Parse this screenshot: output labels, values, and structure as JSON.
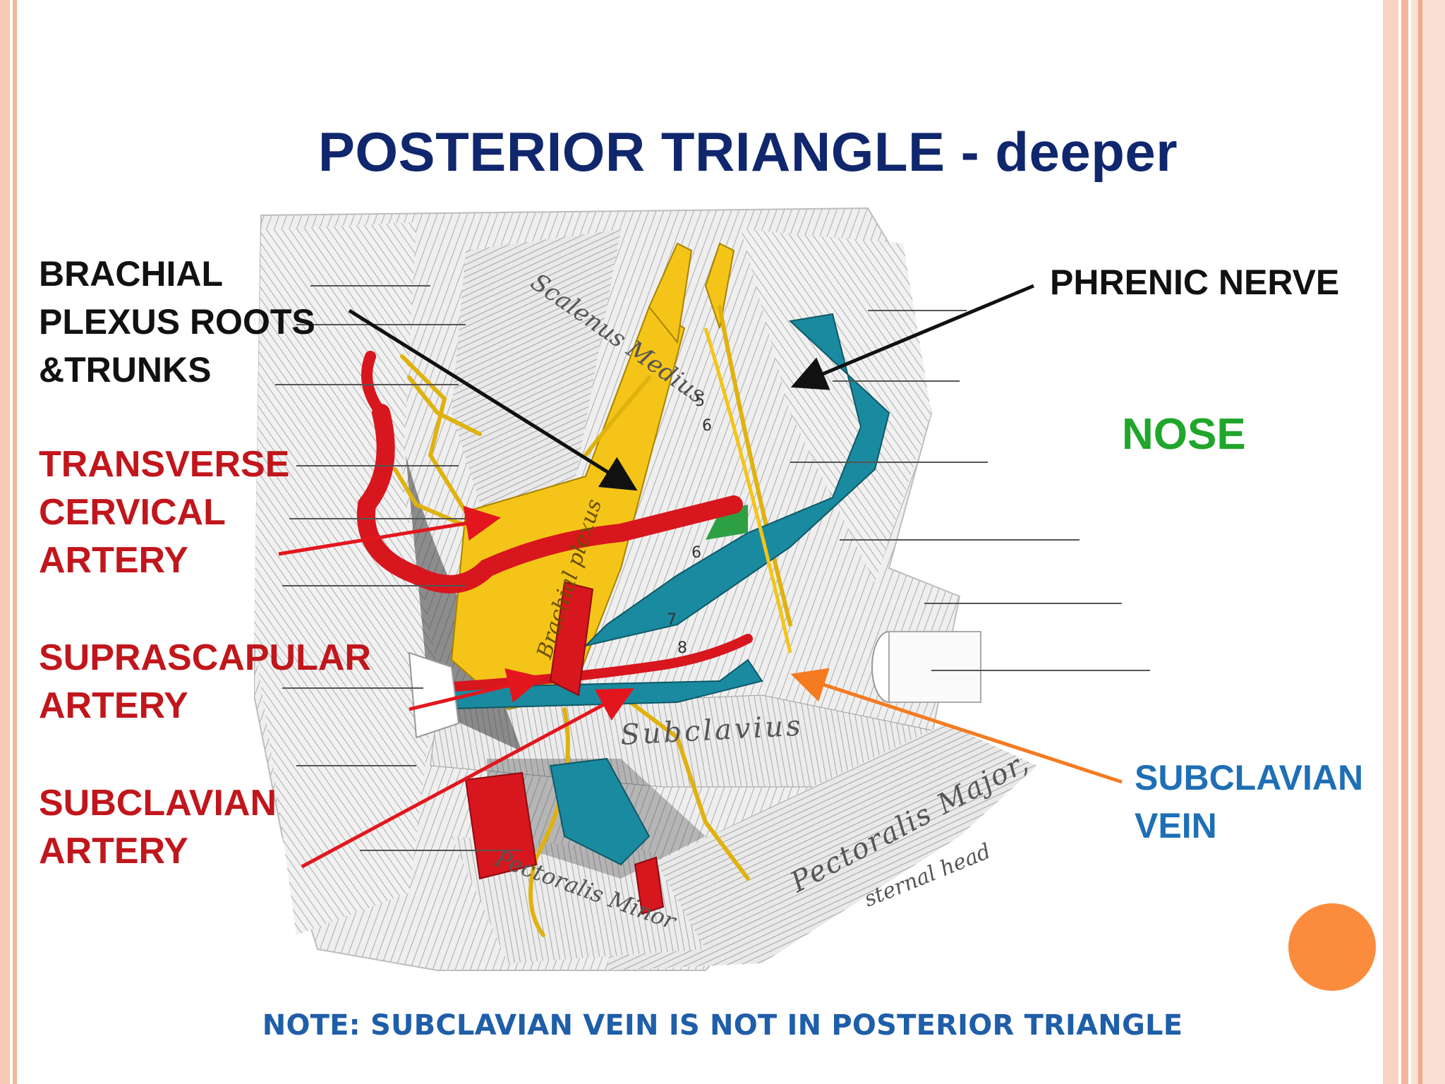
{
  "slide": {
    "title": "POSTERIOR TRIANGLE - deeper",
    "note": "NOTE: SUBCLAVIAN VEIN IS NOT IN POSTERIOR TRIANGLE"
  },
  "labels": {
    "brachial_plexus": "BRACHIAL\nPLEXUS ROOTS\n&TRUNKS",
    "phrenic_nerve": "PHRENIC NERVE",
    "nose": "NOSE",
    "transverse_cervical_artery": "TRANSVERSE\nCERVICAL\nARTERY",
    "suprascapular_artery": "SUPRASCAPULAR\nARTERY",
    "subclavian_artery": "SUBCLAVIAN\nARTERY",
    "subclavian_vein": "SUBCLAVIAN\nVEIN"
  },
  "illustration_text": {
    "scalenus_medius": "Scalenus Medius",
    "brachial_plexus": "Brachial plexus",
    "subclavius": "Subclavius",
    "pectoralis_major": "Pectoralis Major,",
    "sternal_head": "sternal head",
    "pectoralis_minor": "Pectoralis Minor",
    "rootlet_numbers": [
      "5",
      "6",
      "6",
      "7",
      "8"
    ]
  },
  "colors": {
    "title": "#10276e",
    "black_label": "#111111",
    "artery_label": "#c0161c",
    "nose_label": "#1fa62b",
    "vein_label": "#1e6fb5",
    "note": "#1f5ea8",
    "arrow_black": "#111111",
    "arrow_red": "#e3161d",
    "arrow_orange": "#f47b20",
    "artery_fill": "#d8161e",
    "vein_fill": "#1a8aa0",
    "nerve_fill": "#f4c518",
    "accent_dot": "#fb8c3e",
    "frame": "#f6b59c"
  }
}
